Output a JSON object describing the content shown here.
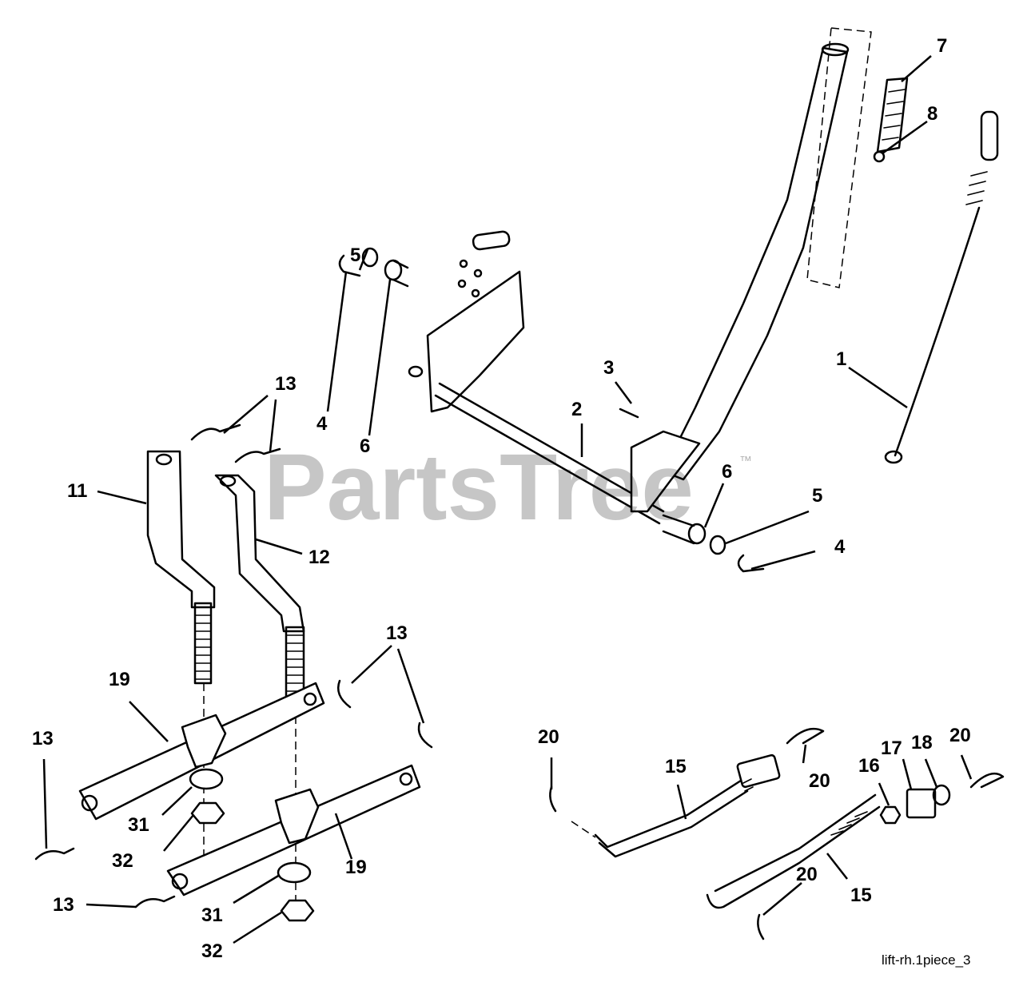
{
  "brand_watermark": "PartsTree",
  "watermark_tm": "™",
  "caption": "lift-rh.1piece_3",
  "callouts": [
    {
      "id": "c1",
      "text": "1"
    },
    {
      "id": "c2",
      "text": "2"
    },
    {
      "id": "c3",
      "text": "3"
    },
    {
      "id": "c4a",
      "text": "4"
    },
    {
      "id": "c4b",
      "text": "4"
    },
    {
      "id": "c5a",
      "text": "5"
    },
    {
      "id": "c5b",
      "text": "5"
    },
    {
      "id": "c6a",
      "text": "6"
    },
    {
      "id": "c6b",
      "text": "6"
    },
    {
      "id": "c7",
      "text": "7"
    },
    {
      "id": "c8",
      "text": "8"
    },
    {
      "id": "c11",
      "text": "11"
    },
    {
      "id": "c12",
      "text": "12"
    },
    {
      "id": "c13a",
      "text": "13"
    },
    {
      "id": "c13b",
      "text": "13"
    },
    {
      "id": "c13c",
      "text": "13"
    },
    {
      "id": "c13d",
      "text": "13"
    },
    {
      "id": "c15a",
      "text": "15"
    },
    {
      "id": "c15b",
      "text": "15"
    },
    {
      "id": "c16",
      "text": "16"
    },
    {
      "id": "c17",
      "text": "17"
    },
    {
      "id": "c18",
      "text": "18"
    },
    {
      "id": "c19a",
      "text": "19"
    },
    {
      "id": "c19b",
      "text": "19"
    },
    {
      "id": "c20a",
      "text": "20"
    },
    {
      "id": "c20b",
      "text": "20"
    },
    {
      "id": "c20c",
      "text": "20"
    },
    {
      "id": "c20d",
      "text": "20"
    },
    {
      "id": "c31a",
      "text": "31"
    },
    {
      "id": "c31b",
      "text": "31"
    },
    {
      "id": "c32a",
      "text": "32"
    },
    {
      "id": "c32b",
      "text": "32"
    }
  ]
}
